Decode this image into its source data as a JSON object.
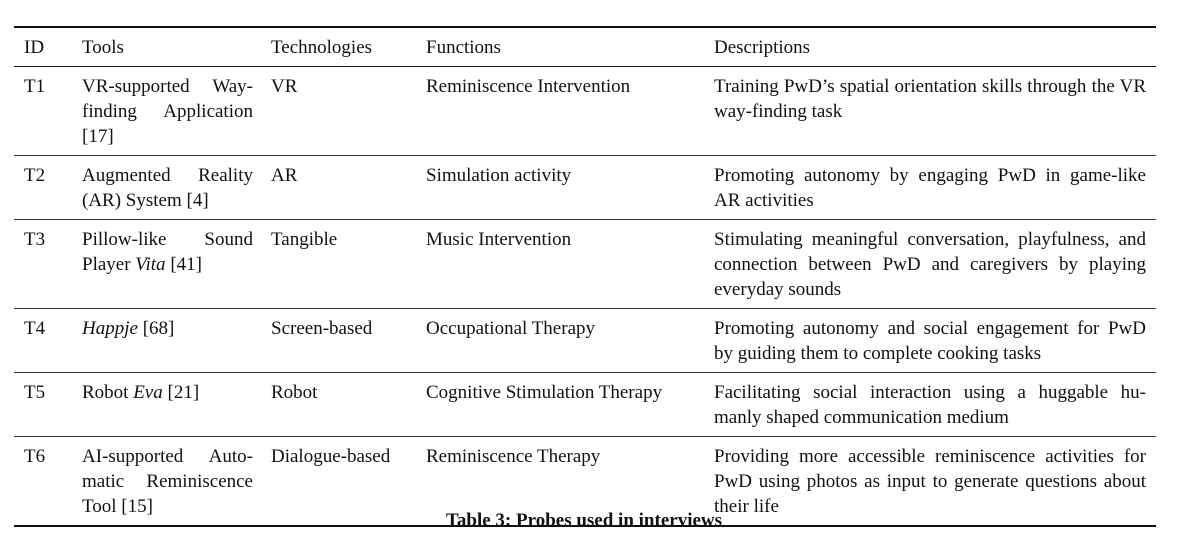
{
  "table": {
    "headers": {
      "id": "ID",
      "tools": "Tools",
      "technologies": "Technologies",
      "functions": "Functions",
      "descriptions": "Descriptions"
    },
    "rows": [
      {
        "id": "T1",
        "tool_prefix": "VR-supported Way-finding Application [17]",
        "tool_italic": "",
        "tool_suffix": "",
        "technology": "VR",
        "function": "Reminiscence Intervention",
        "description": "Training PwD’s spatial orientation skills through the VR way-finding task"
      },
      {
        "id": "T2",
        "tool_prefix": "Augmented Reality (AR) System [4]",
        "tool_italic": "",
        "tool_suffix": "",
        "technology": "AR",
        "function": "Simulation activity",
        "description": "Promoting autonomy by engaging PwD in game-like AR activities"
      },
      {
        "id": "T3",
        "tool_prefix": "Pillow-like Sound Player ",
        "tool_italic": "Vita",
        "tool_suffix": " [41]",
        "technology": "Tangible",
        "function": "Music Intervention",
        "description": "Stimulating meaningful conversation, playfulness, and connection between PwD and caregivers by playing everyday sounds"
      },
      {
        "id": "T4",
        "tool_prefix": "",
        "tool_italic": "Happje",
        "tool_suffix": " [68]",
        "technology": "Screen-based",
        "function": "Occupational Therapy",
        "description": "Promoting autonomy and social engagement for PwD by guiding them to complete cooking tasks"
      },
      {
        "id": "T5",
        "tool_prefix": "Robot ",
        "tool_italic": "Eva",
        "tool_suffix": " [21]",
        "technology": "Robot",
        "function": "Cognitive Stimulation Therapy",
        "description": "Facilitating social interaction using a huggable hu-manly shaped communication medium"
      },
      {
        "id": "T6",
        "tool_prefix": "AI-supported Auto-matic Reminiscence Tool [15]",
        "tool_italic": "",
        "tool_suffix": "",
        "technology": "Dialogue-based",
        "function": "Reminiscence Therapy",
        "description": "Providing more accessible reminiscence activities for PwD using photos as input to generate questions about their life"
      }
    ]
  },
  "caption": "Table 3: Probes used in interviews"
}
